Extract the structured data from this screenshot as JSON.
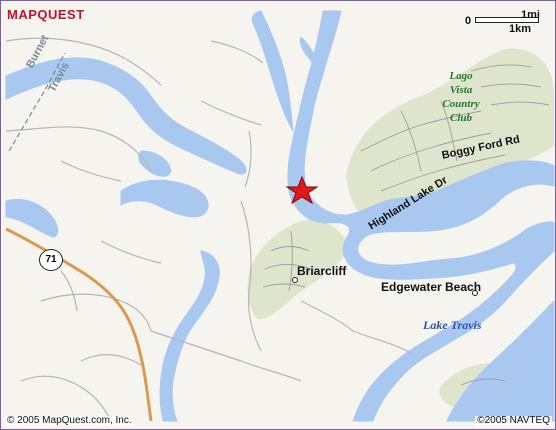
{
  "brand": {
    "logo": "MAPQUEST"
  },
  "scale": {
    "zero": "0",
    "mi": "1mi",
    "km": "1km"
  },
  "labels": {
    "county_burnet": "Burnet",
    "county_travis": "Travis",
    "club_line1": "Lago",
    "club_line2": "Vista",
    "club_line3": "Country",
    "club_line4": "Club",
    "boggy_ford": "Boggy Ford Rd",
    "highland_lake": "Highland Lake Dr",
    "briarcliff": "Briarcliff",
    "edgewater": "Edgewater Beach",
    "lake_travis": "Lake Travis",
    "highway": "71"
  },
  "footer": {
    "left": "© 2005 MapQuest.com, Inc.",
    "right": "©2005 NAVTEQ"
  },
  "colors": {
    "water": "#a8c8f0",
    "urban": "#dfe4cc",
    "road": "#b7b7b7",
    "highway": "#d99a4e",
    "marker": "#e01b1b"
  }
}
